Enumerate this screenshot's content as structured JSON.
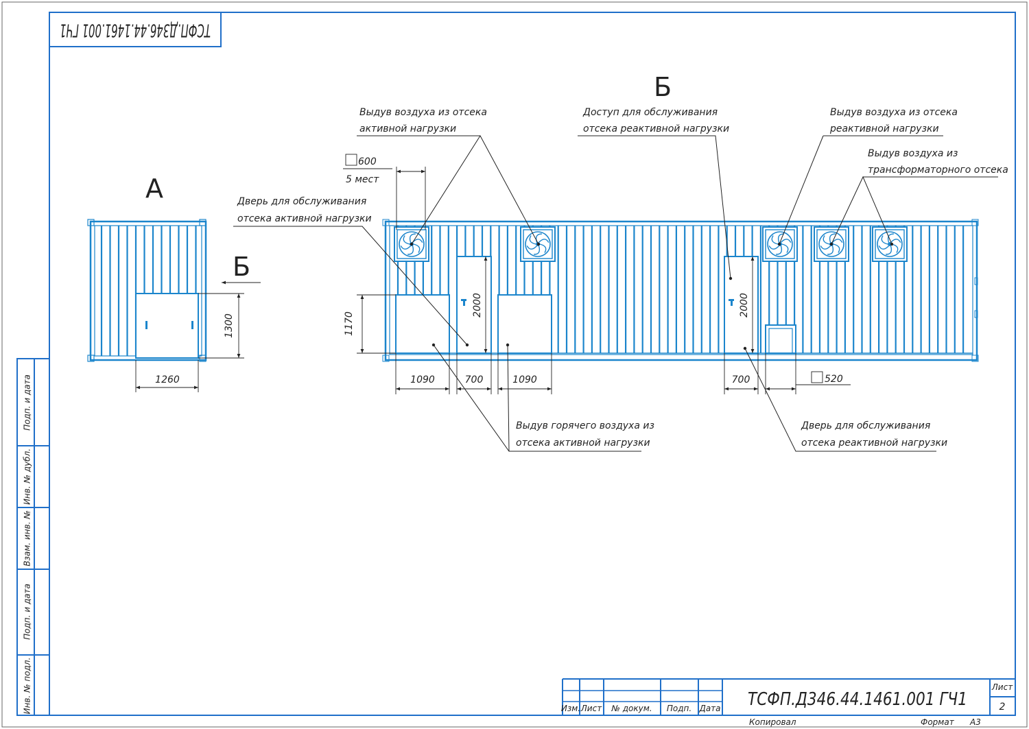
{
  "sheet": {
    "rotated_code": "ТСФП.Д346.44.1461.001 ГЧ1",
    "doc_code": "ТСФП.Д346.44.1461.001 ГЧ1",
    "sheet_label": "Лист",
    "sheet_number": "2",
    "copied": "Копировал",
    "format_label": "Формат",
    "format_value": "А3"
  },
  "stamp_columns": [
    "Изм.",
    "Лист",
    "№ докум.",
    "Подп.",
    "Дата"
  ],
  "side_strip": [
    "Подп. и дата",
    "Инв. № дубл.",
    "Взам. инв. №",
    "Подп. и дата",
    "Инв. № подл."
  ],
  "views": {
    "view_a": "А",
    "view_b": "Б",
    "arrow_b": "Б"
  },
  "notes": {
    "n1_l1": "Выдув воздуха из отсека",
    "n1_l2": "активной нагрузки",
    "n2_l1": "Доступ для обслуживания",
    "n2_l2": "отсека реактивной нагрузки",
    "n3_l1": "Выдув воздуха из отсека",
    "n3_l2": "реактивной нагрузки",
    "n4_l1": "Выдув воздуха из",
    "n4_l2": "трансформаторного отсека",
    "n5_l1": "Дверь для обслуживания",
    "n5_l2": "отсека активной нагрузки",
    "n6_l1": "Выдув горячего воздуха из",
    "n6_l2": "отсека активной нагрузки",
    "n7_l1": "Дверь для обслуживания",
    "n7_l2": "отсека реактивной нагрузки"
  },
  "dims": {
    "sq600": "600",
    "places": "5 мест",
    "d1260": "1260",
    "d1300": "1300",
    "d1170": "1170",
    "d2000a": "2000",
    "d2000b": "2000",
    "d1090a": "1090",
    "d700a": "700",
    "d1090b": "1090",
    "d700b": "700",
    "sq520": "520"
  }
}
